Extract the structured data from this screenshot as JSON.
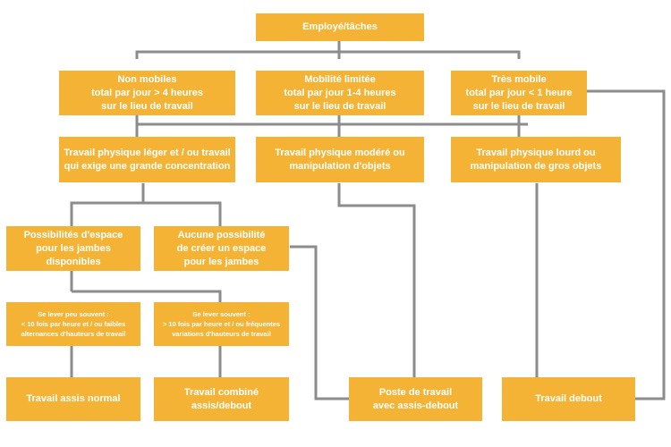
{
  "nodes": {
    "root": "Employé/tâches",
    "non_mobiles": "Non mobiles\ntotal par jour > 4 heures\nsur le lieu de travail",
    "mobilite_limitee": "Mobilité limitée\ntotal par jour 1-4 heures\nsur le lieu de travail",
    "tres_mobile": "Très mobile\ntotal par jour < 1 heure\nsur le lieu de travail",
    "travail_leger": "Travail physique léger et / ou travail\nqui exige une grande concentration",
    "travail_modere": "Travail physique modéré ou\nmanipulation d'objets",
    "travail_lourd": "Travail physique lourd ou\nmanipulation de gros objets",
    "espace_disponible": "Possibilités d'espace\npour les jambes disponibles",
    "aucun_espace": "Aucune possibilité\nde créer un espace\npour les jambes",
    "lever_peu": "Se lever peu souvent :\n< 10 fois par heure et / ou faibles\nalternances d'hauteurs de travail",
    "lever_souvent": "Se lever souvent :\n> 10 fois par heure et / ou fréquentes\nvariations d'hauteurs de travail",
    "assis_normal": "Travail assis normal",
    "combine": "Travail combiné\nassis/debout",
    "poste_assis_debout": "Poste de travail\navec assis-debout",
    "debout": "Travail debout"
  },
  "colors": {
    "box": "#f5b335",
    "connector": "#8c8c8c",
    "text": "#ffffff"
  }
}
